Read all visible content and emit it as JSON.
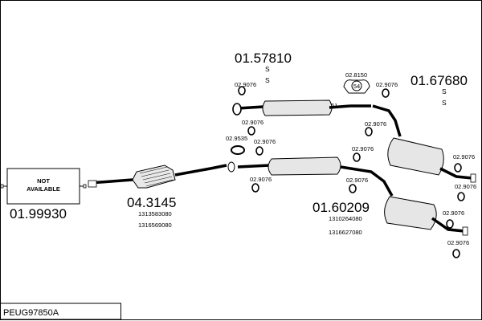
{
  "product_code": "PEUG97850A",
  "not_available_box": {
    "line1": "NOT",
    "line2": "AVAILABLE",
    "part_number": "01.99930"
  },
  "parts": {
    "catalytic": {
      "number": "04.3145",
      "refs": [
        "1313583080",
        "1316569080"
      ]
    },
    "front_silencer": {
      "number": "01.57810",
      "mark": "S"
    },
    "center_silencer": {
      "number": "01.60209",
      "refs": [
        "1310264080",
        "1316627080"
      ]
    },
    "rear_silencer": {
      "number": "01.67680",
      "mark": "S"
    }
  },
  "clamp_label": "02.9076",
  "gasket_label": "02.9535",
  "hanger_label": "02.8150",
  "hanger_badge": "54",
  "pipe_diameter_label": "51"
}
